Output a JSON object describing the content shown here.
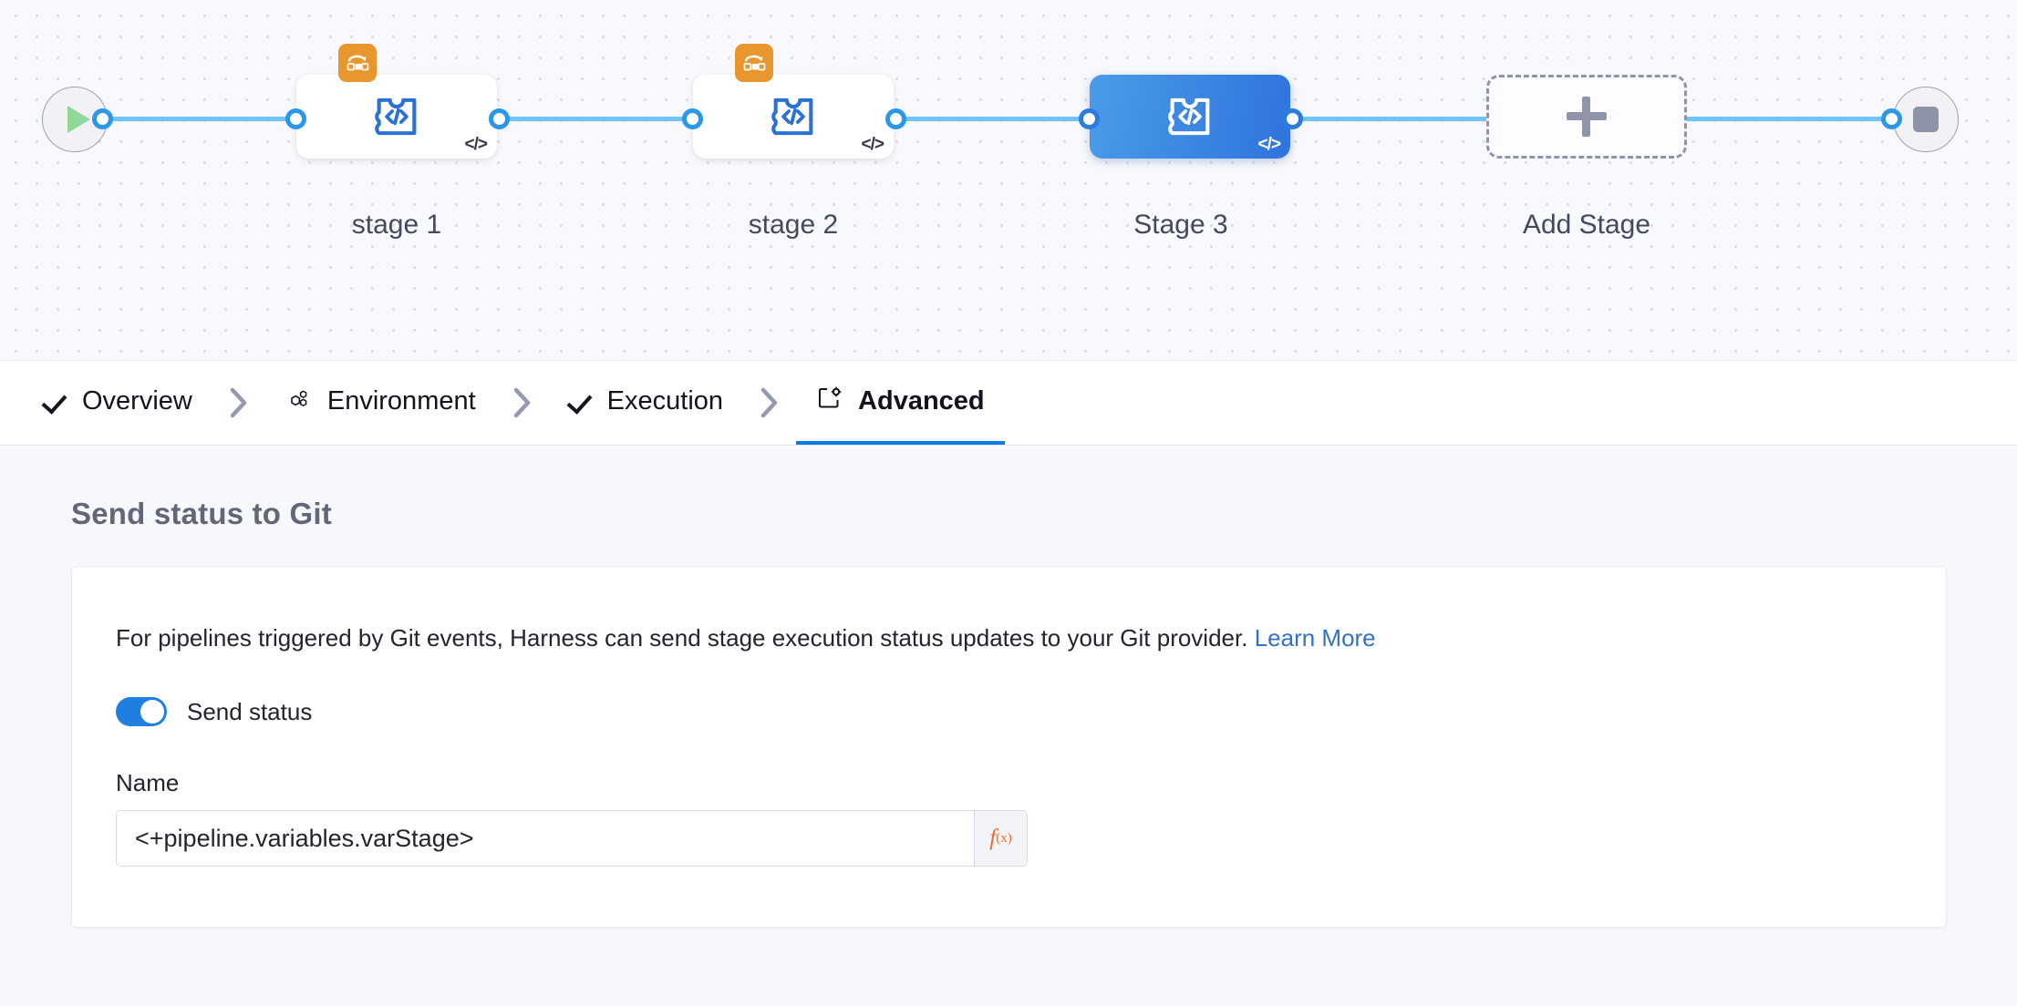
{
  "canvas": {
    "start_node": {
      "name": "start-node",
      "icon": "play-icon"
    },
    "end_node": {
      "name": "end-node",
      "icon": "stop-icon"
    },
    "stages": [
      {
        "label": "stage 1",
        "icon": "custom-stage-icon",
        "badge": "matrix-looping-strategy-icon",
        "runtime_marker": "</>",
        "selected": false
      },
      {
        "label": "stage 2",
        "icon": "custom-stage-icon",
        "badge": "matrix-looping-strategy-icon",
        "runtime_marker": "</>",
        "selected": false
      },
      {
        "label": "Stage 3",
        "icon": "custom-stage-icon",
        "badge": null,
        "runtime_marker": "</>",
        "selected": true
      }
    ],
    "add_stage": {
      "label": "Add Stage",
      "icon": "plus-icon"
    }
  },
  "tabs": [
    {
      "label": "Overview",
      "icon": "check-icon",
      "active": false,
      "complete": true
    },
    {
      "label": "Environment",
      "icon": "environment-hexagon-icon",
      "active": false,
      "complete": false
    },
    {
      "label": "Execution",
      "icon": "check-icon",
      "active": false,
      "complete": true
    },
    {
      "label": "Advanced",
      "icon": "advanced-gear-icon",
      "active": true,
      "complete": false
    }
  ],
  "tab_separator": "chevron-right-icon",
  "main": {
    "section_title": "Send status to Git",
    "description_text": "For pipelines triggered by Git events, Harness can send stage execution status updates to your Git provider. ",
    "learn_more_label": "Learn More",
    "toggle": {
      "label": "Send status",
      "on": true
    },
    "name_field": {
      "label": "Name",
      "value": "<+pipeline.variables.varStage>",
      "placeholder": "",
      "expression_button": "f(x)"
    }
  },
  "colors": {
    "accent_blue": "#0a7ce8",
    "connector_blue": "#6fc3f5",
    "selected_stage_from": "#4a9ce8",
    "selected_stage_to": "#2f73dd",
    "matrix_orange": "#e8962e",
    "fx_orange": "#f1692b",
    "link_blue": "#3272c0",
    "stage_icon_blue": "#2b70d4",
    "title_slate": "#616678",
    "play_green": "#8fd89a",
    "stop_gray": "#8e93a8"
  }
}
